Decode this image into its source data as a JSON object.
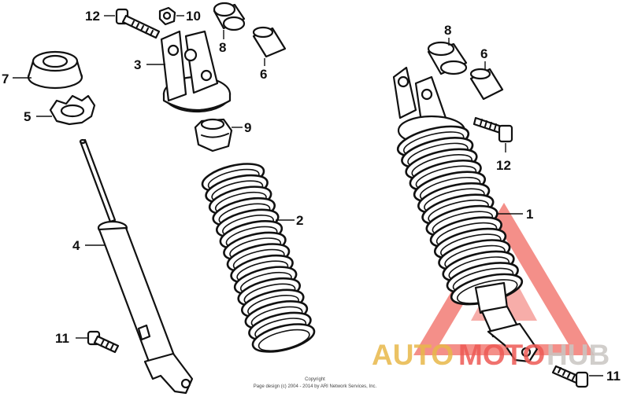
{
  "callouts": {
    "p1": "1",
    "p2": "2",
    "p3": "3",
    "p4": "4",
    "p5": "5",
    "p6_left": "6",
    "p6_right": "6",
    "p7": "7",
    "p8_left": "8",
    "p8_right": "8",
    "p9": "9",
    "p10": "10",
    "p11_left": "11",
    "p11_right": "11",
    "p12_left": "12",
    "p12_right": "12"
  },
  "copyright": {
    "line1": "Copyright",
    "line2": "Page design (c) 2004 - 2014 by ARI Network Services, Inc."
  },
  "watermark": {
    "part1": "AUTO",
    "part2": "MOTO",
    "part3": "HUB",
    "colors": {
      "gold": "#e8b84a",
      "red": "#ee5a55",
      "gray": "#c9c6c2"
    }
  }
}
